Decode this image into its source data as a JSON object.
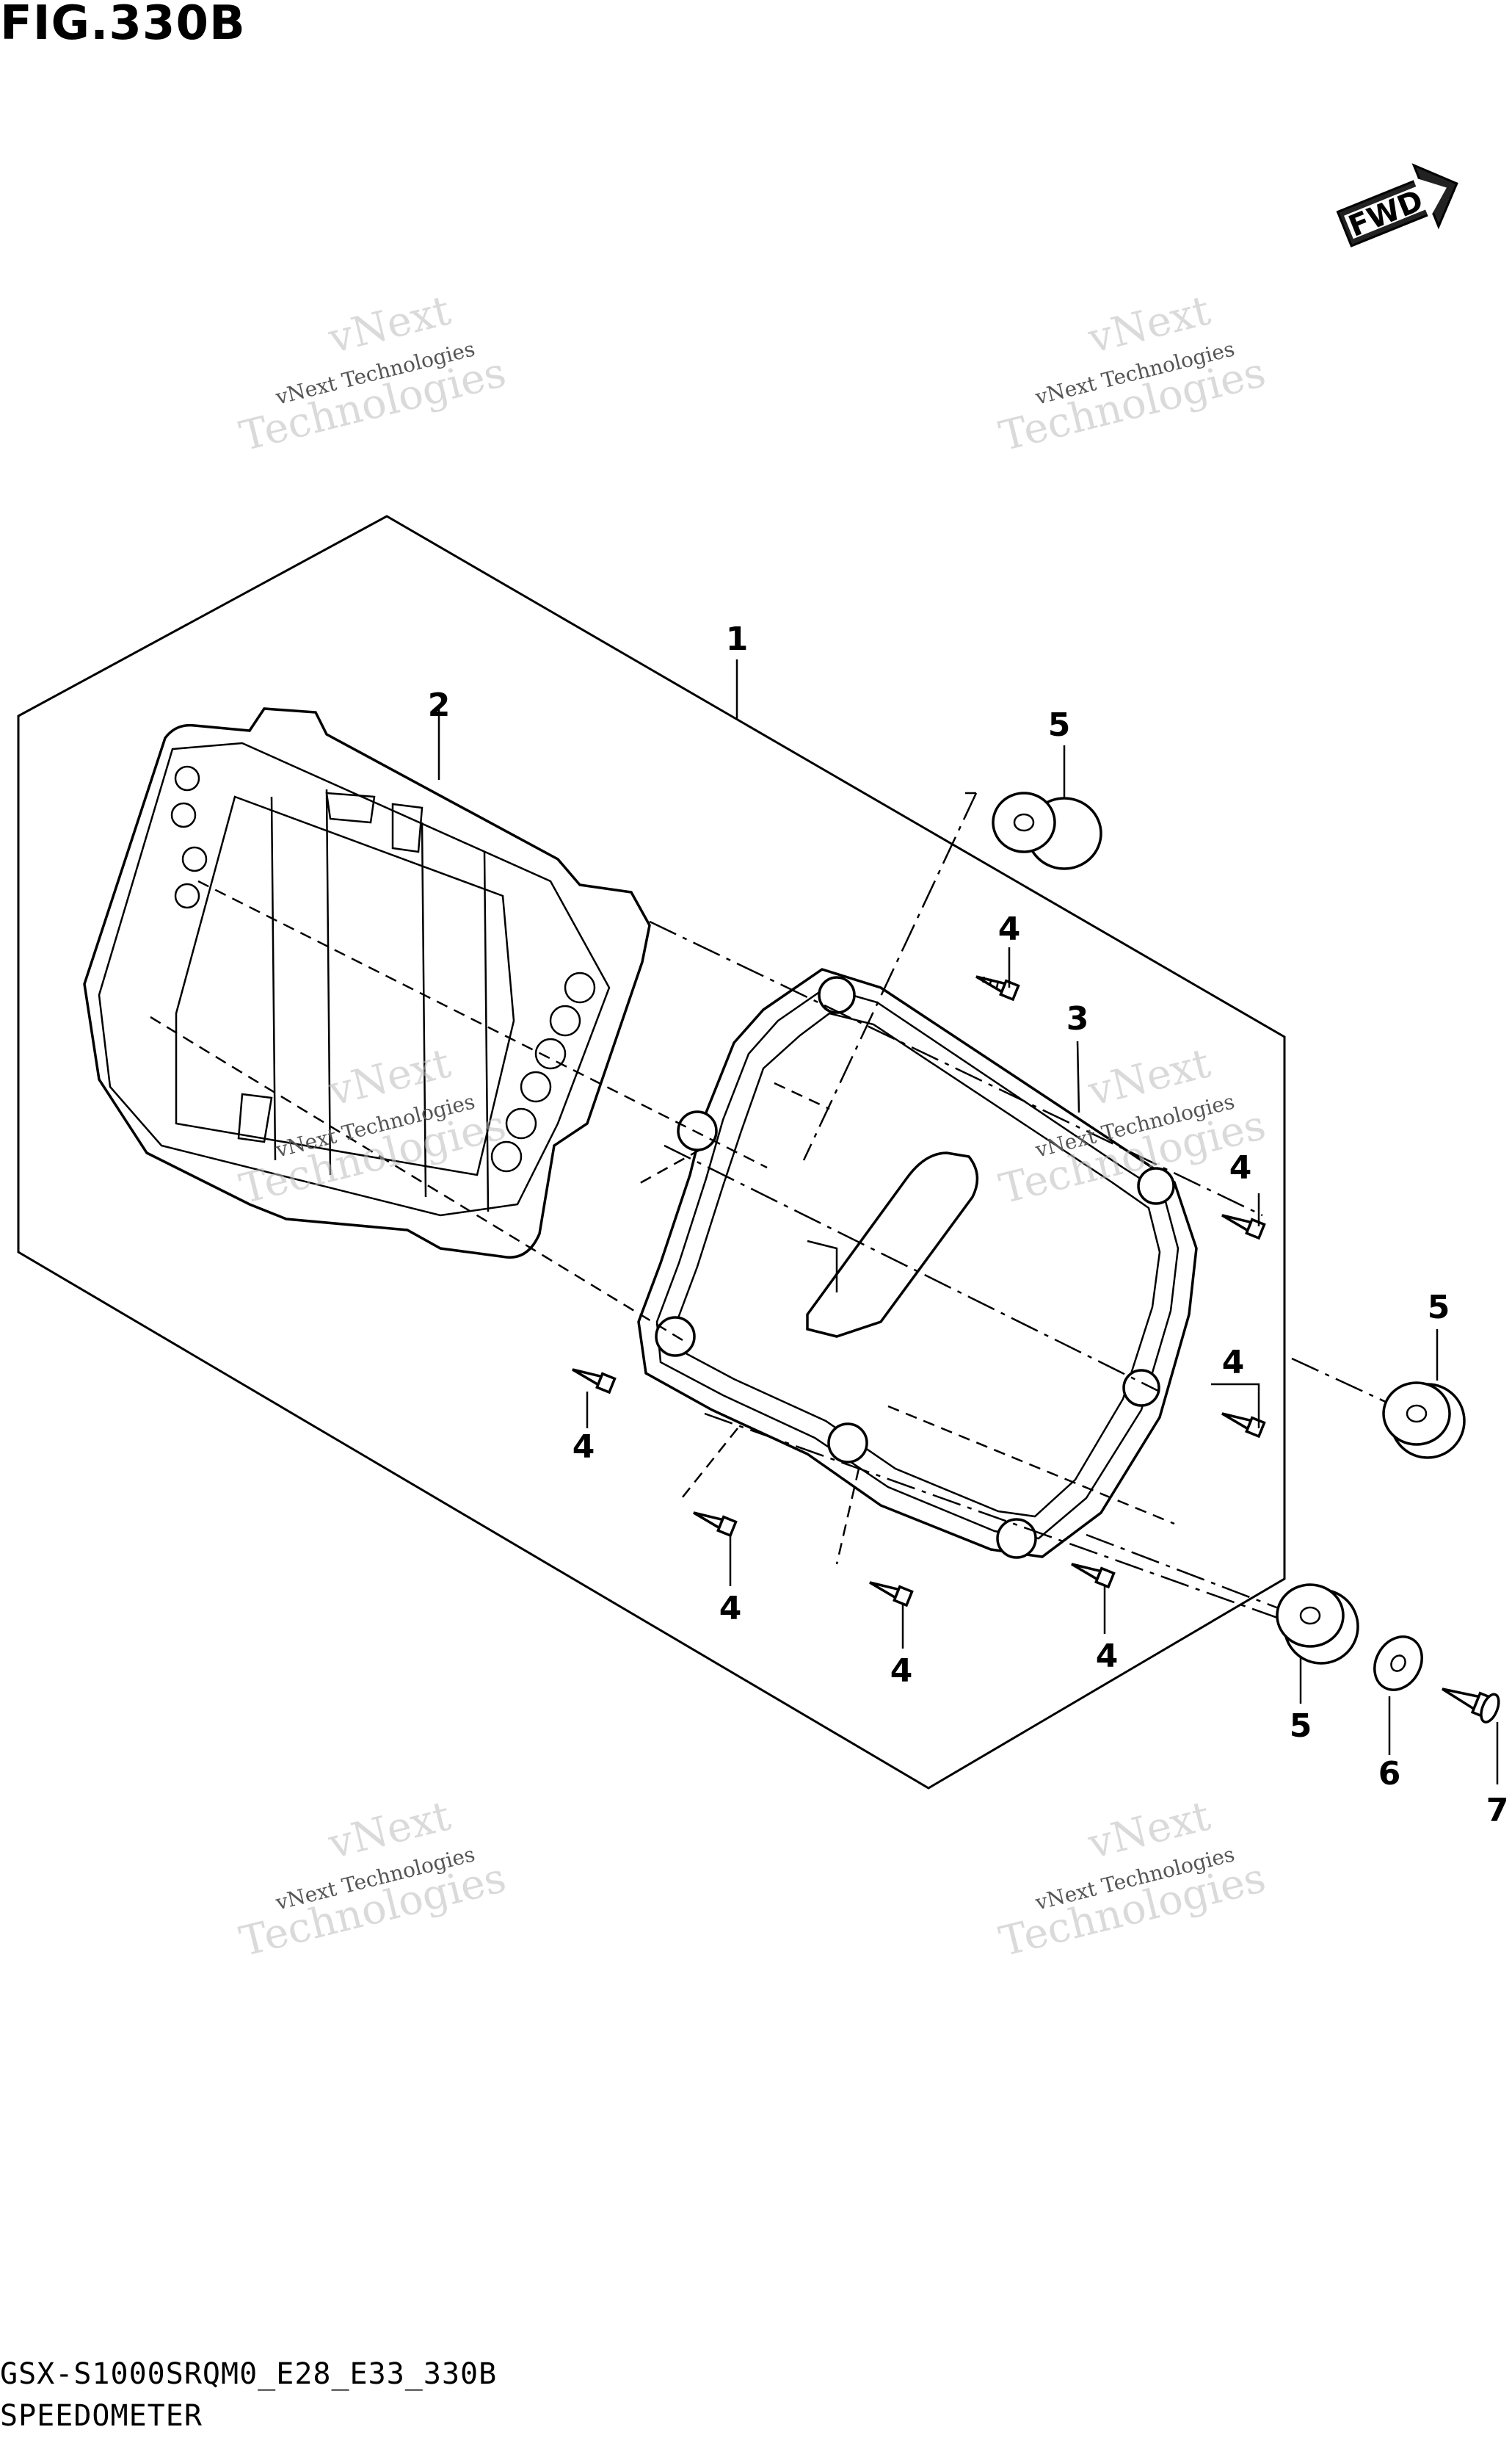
{
  "figure": {
    "title": "FIG.330B",
    "code": "GSX-S1000SRQM0_E28_E33_330B",
    "name": "SPEEDOMETER"
  },
  "fwd_label": "FWD",
  "callouts": {
    "c1": "1",
    "c2": "2",
    "c3": "3",
    "c4": "4",
    "c5": "5",
    "c6": "6",
    "c7": "7"
  },
  "watermark": {
    "small": "vNext Technologies",
    "big": "Technologies",
    "top": "vNext"
  }
}
